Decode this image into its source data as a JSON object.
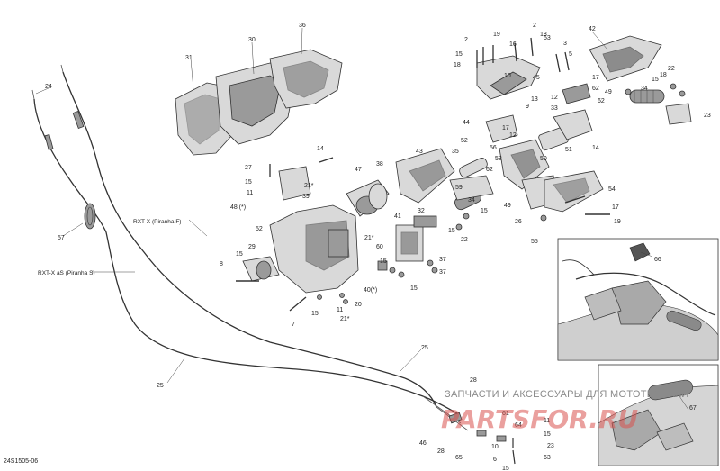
{
  "diagram": {
    "reference_code": "24S1505-06",
    "watermark_text": "ЗАПЧАСТИ И АКСЕССУАРЫ ДЛЯ МОТОТЕХНИКИ",
    "watermark_logo_text": "PARTSFOR.RU",
    "variant_labels": {
      "rxt_x": "RXT-X (Piranha F)",
      "rxt_x_as": "RXT-X aS (Piranha S)"
    },
    "callouts": [
      {
        "id": "c1",
        "text": "24"
      },
      {
        "id": "c2",
        "text": "57"
      },
      {
        "id": "c3",
        "text": "25"
      },
      {
        "id": "c4",
        "text": "25"
      },
      {
        "id": "c5",
        "text": "31"
      },
      {
        "id": "c6",
        "text": "30"
      },
      {
        "id": "c7",
        "text": "36"
      },
      {
        "id": "c8",
        "text": "2"
      },
      {
        "id": "c9",
        "text": "19"
      },
      {
        "id": "c10",
        "text": "16"
      },
      {
        "id": "c11",
        "text": "2"
      },
      {
        "id": "c12",
        "text": "18"
      },
      {
        "id": "c13",
        "text": "15"
      },
      {
        "id": "c14",
        "text": "18"
      },
      {
        "id": "c15",
        "text": "53"
      },
      {
        "id": "c16",
        "text": "3"
      },
      {
        "id": "c17",
        "text": "5"
      },
      {
        "id": "c18",
        "text": "42"
      },
      {
        "id": "c19",
        "text": "45"
      },
      {
        "id": "c20",
        "text": "10"
      },
      {
        "id": "c21",
        "text": "13"
      },
      {
        "id": "c22",
        "text": "9"
      },
      {
        "id": "c23",
        "text": "12"
      },
      {
        "id": "c24",
        "text": "17"
      },
      {
        "id": "c25",
        "text": "62"
      },
      {
        "id": "c26",
        "text": "33"
      },
      {
        "id": "c27",
        "text": "62"
      },
      {
        "id": "c28",
        "text": "49"
      },
      {
        "id": "c29",
        "text": "34"
      },
      {
        "id": "c30",
        "text": "15"
      },
      {
        "id": "c31",
        "text": "18"
      },
      {
        "id": "c32",
        "text": "22"
      },
      {
        "id": "c33",
        "text": "23"
      },
      {
        "id": "c34",
        "text": "44"
      },
      {
        "id": "c35",
        "text": "17"
      },
      {
        "id": "c36",
        "text": "12"
      },
      {
        "id": "c37",
        "text": "52"
      },
      {
        "id": "c38",
        "text": "56"
      },
      {
        "id": "c39",
        "text": "14"
      },
      {
        "id": "c40",
        "text": "51"
      },
      {
        "id": "c41",
        "text": "58"
      },
      {
        "id": "c42",
        "text": "50"
      },
      {
        "id": "c43",
        "text": "62"
      },
      {
        "id": "c44",
        "text": "54"
      },
      {
        "id": "c45",
        "text": "35"
      },
      {
        "id": "c46",
        "text": "43"
      },
      {
        "id": "c47",
        "text": "14"
      },
      {
        "id": "c48",
        "text": "27"
      },
      {
        "id": "c49",
        "text": "15"
      },
      {
        "id": "c50",
        "text": "11"
      },
      {
        "id": "c51",
        "text": "21*"
      },
      {
        "id": "c52",
        "text": "39"
      },
      {
        "id": "c53",
        "text": "48 (*)"
      },
      {
        "id": "c54",
        "text": "47"
      },
      {
        "id": "c55",
        "text": "38"
      },
      {
        "id": "c56",
        "text": "59"
      },
      {
        "id": "c57",
        "text": "34"
      },
      {
        "id": "c58",
        "text": "15"
      },
      {
        "id": "c59",
        "text": "49"
      },
      {
        "id": "c60",
        "text": "26"
      },
      {
        "id": "c61",
        "text": "17"
      },
      {
        "id": "c62",
        "text": "19"
      },
      {
        "id": "c63",
        "text": "55"
      },
      {
        "id": "c64",
        "text": "41"
      },
      {
        "id": "c65",
        "text": "32"
      },
      {
        "id": "c66",
        "text": "15"
      },
      {
        "id": "c67",
        "text": "22"
      },
      {
        "id": "c68",
        "text": "52"
      },
      {
        "id": "c69",
        "text": "29"
      },
      {
        "id": "c70",
        "text": "15"
      },
      {
        "id": "c71",
        "text": "8"
      },
      {
        "id": "c72",
        "text": "21*"
      },
      {
        "id": "c73",
        "text": "60"
      },
      {
        "id": "c74",
        "text": "15"
      },
      {
        "id": "c75",
        "text": "37"
      },
      {
        "id": "c76",
        "text": "37"
      },
      {
        "id": "c77",
        "text": "40(*)"
      },
      {
        "id": "c78",
        "text": "15"
      },
      {
        "id": "c79",
        "text": "20"
      },
      {
        "id": "c80",
        "text": "11"
      },
      {
        "id": "c81",
        "text": "21*"
      },
      {
        "id": "c82",
        "text": "7"
      },
      {
        "id": "c83",
        "text": "15"
      },
      {
        "id": "c84",
        "text": "66"
      },
      {
        "id": "c85",
        "text": "28"
      },
      {
        "id": "c86",
        "text": "61"
      },
      {
        "id": "c87",
        "text": "64"
      },
      {
        "id": "c88",
        "text": "11"
      },
      {
        "id": "c89",
        "text": "46"
      },
      {
        "id": "c90",
        "text": "28"
      },
      {
        "id": "c91",
        "text": "65"
      },
      {
        "id": "c92",
        "text": "10"
      },
      {
        "id": "c93",
        "text": "15"
      },
      {
        "id": "c94",
        "text": "23"
      },
      {
        "id": "c95",
        "text": "63"
      },
      {
        "id": "c96",
        "text": "67"
      },
      {
        "id": "c97",
        "text": "6"
      },
      {
        "id": "c98",
        "text": "15"
      }
    ]
  }
}
